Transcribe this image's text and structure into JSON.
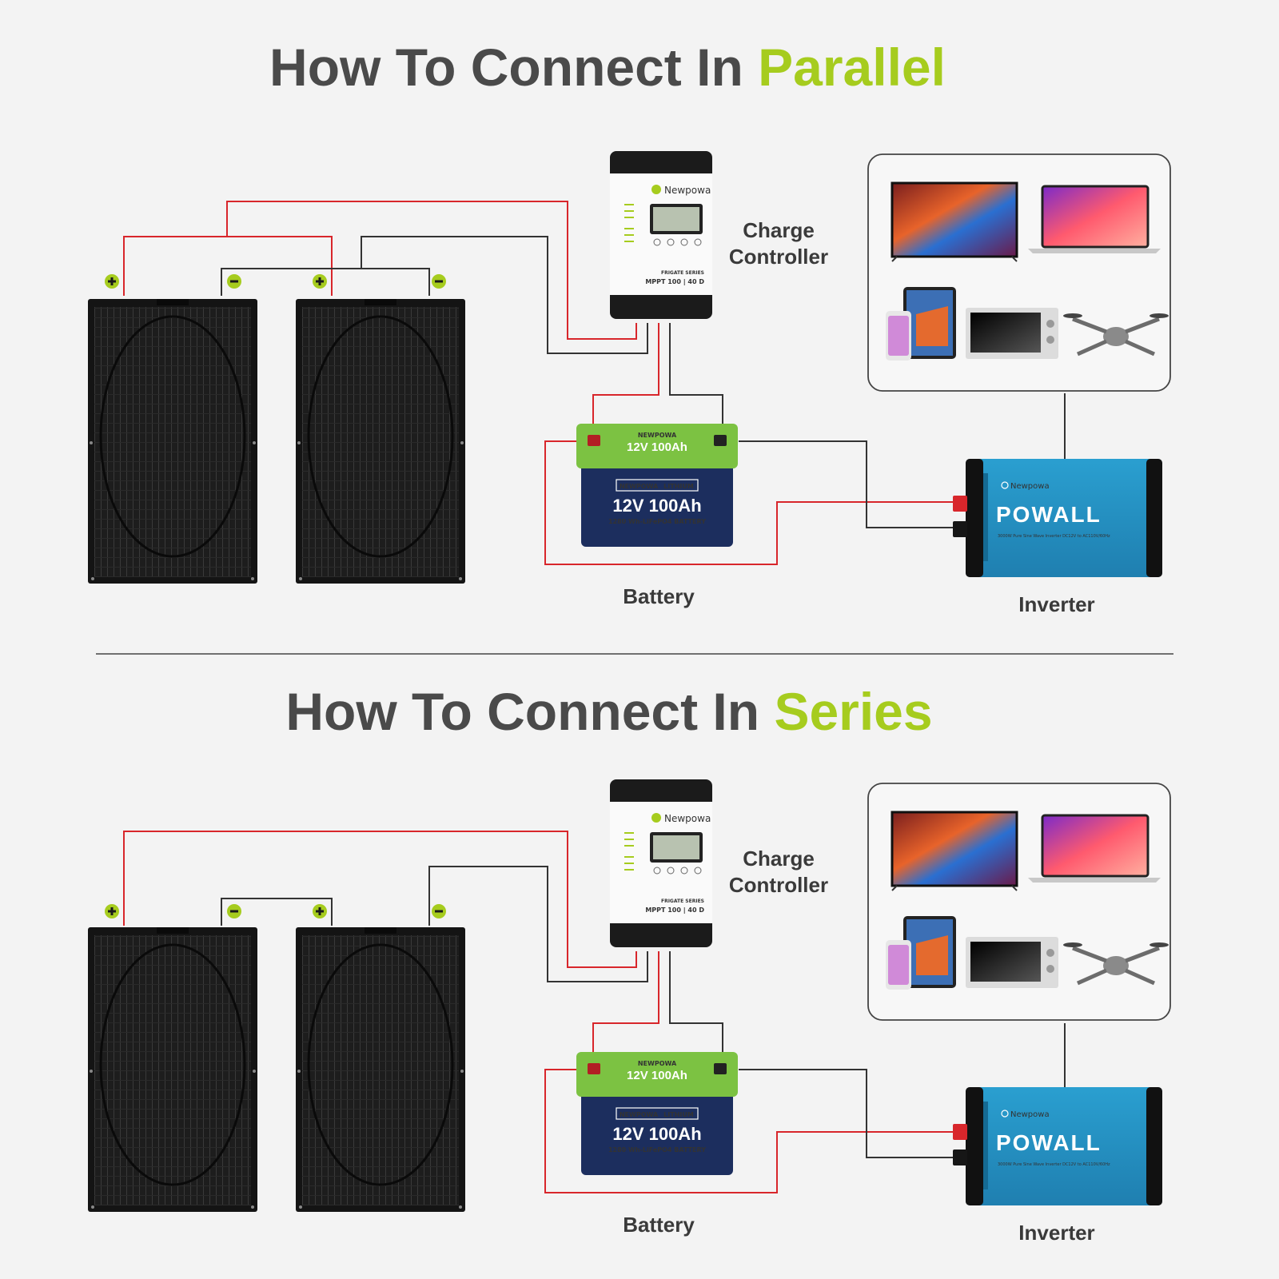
{
  "colors": {
    "accent": "#a6cc1e",
    "wire_positive": "#d8262b",
    "wire_negative": "#333333",
    "background": "#f3f3f3"
  },
  "sections": [
    {
      "title_prefix": "How To Connect In",
      "title_highlight": "Parallel",
      "labels": {
        "controller_line1": "Charge",
        "controller_line2": "Controller",
        "battery": "Battery",
        "inverter": "Inverter"
      }
    },
    {
      "title_prefix": "How To Connect In",
      "title_highlight": "Series",
      "labels": {
        "controller_line1": "Charge",
        "controller_line2": "Controller",
        "battery": "Battery",
        "inverter": "Inverter"
      }
    }
  ],
  "devices": {
    "controller_brand": "Newpowa",
    "controller_series": "FRIGATE SERIES",
    "controller_model": "MPPT 100 | 40 D",
    "battery_brand": "NEWPOWA",
    "battery_type": "LITHIUM",
    "battery_rating": "12V 100Ah",
    "battery_spec": "1280 Wh-LiFePO4 BATTERY",
    "inverter_brand": "Newpowa",
    "inverter_name": "POWALL",
    "inverter_spec": "3000W Pure Sine Wave Inverter   DC12V to AC110V/60Hz"
  },
  "appliances": [
    "tv-icon",
    "laptop-icon",
    "phone-tablet-icon",
    "microwave-icon",
    "drone-icon"
  ],
  "terminals": {
    "plus": "+",
    "minus": "−"
  }
}
